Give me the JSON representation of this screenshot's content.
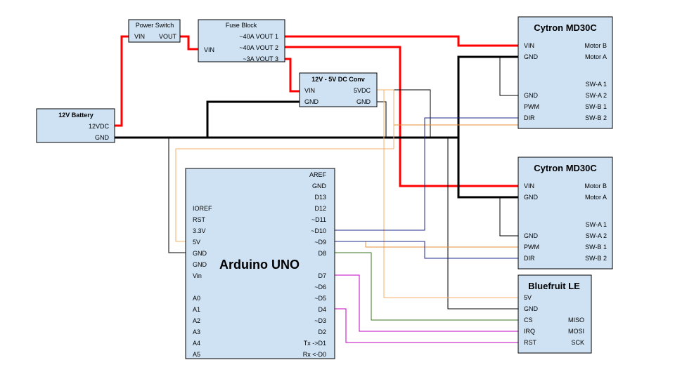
{
  "components": {
    "power_switch": {
      "title": "Power Switch",
      "vin": "VIN",
      "vout": "VOUT"
    },
    "fuse_block": {
      "title": "Fuse Block",
      "vin": "VIN",
      "out1": "~40A VOUT 1",
      "out2": "~40A VOUT 2",
      "out3": "~3A VOUT 3"
    },
    "battery": {
      "title": "12V Battery",
      "pin_12v": "12VDC",
      "pin_gnd": "GND"
    },
    "dc_conv": {
      "title": "12V - 5V DC Conv",
      "vin": "VIN",
      "out5v": "5VDC",
      "gnd_left": "GND",
      "gnd_right": "GND"
    },
    "motor_driver_1": {
      "title": "Cytron MD30C",
      "left_pins": [
        "VIN",
        "GND",
        "GND",
        "PWM",
        "DIR"
      ],
      "right_pins": [
        "Motor B",
        "Motor A",
        "SW-A 1",
        "SW-A 2",
        "SW-B 1",
        "SW-B 2"
      ]
    },
    "motor_driver_2": {
      "title": "Cytron MD30C",
      "left_pins": [
        "VIN",
        "GND",
        "GND",
        "PWM",
        "DIR"
      ],
      "right_pins": [
        "Motor B",
        "Motor A",
        "SW-A 1",
        "SW-A 2",
        "SW-B 1",
        "SW-B 2"
      ]
    },
    "arduino": {
      "title": "Arduino UNO",
      "left_pins": [
        "IOREF",
        "RST",
        "3.3V",
        "5V",
        "GND",
        "GND",
        "Vin",
        "A0",
        "A1",
        "A2",
        "A3",
        "A4",
        "A5"
      ],
      "right_pins": [
        "AREF",
        "GND",
        "D13",
        "D12",
        "~D11",
        "~D10",
        "~D9",
        "D8",
        "D7",
        "~D6",
        "~D5",
        "D4",
        "~D3",
        "D2",
        "Tx ->D1",
        "Rx <-D0"
      ]
    },
    "bluefruit": {
      "title": "Bluefruit LE",
      "left_pins": [
        "5V",
        "GND",
        "CS",
        "IRQ",
        "RST"
      ],
      "right_pins": [
        "MISO",
        "MOSI",
        "SCK"
      ]
    }
  },
  "colors": {
    "box_fill": "#cfe2f3",
    "power": "#ff0000",
    "ground": "#000000",
    "five_volt": "#f6b26b",
    "dir_signal": "#1c2a8c",
    "cs_signal": "#38761d",
    "irq_rst_signal": "#c000c0"
  }
}
